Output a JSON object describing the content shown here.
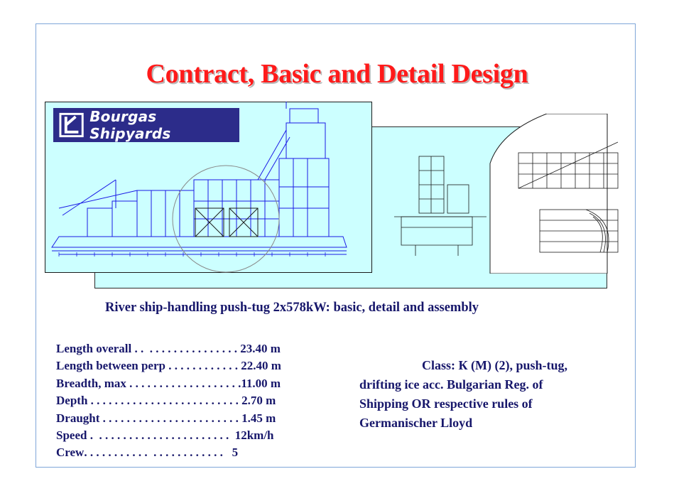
{
  "slide": {
    "title": "Contract, Basic and Detail Design",
    "logo_text": "Bourgas Shipyards",
    "caption": "River ship-handling push-tug 2x578kW: basic, detail and assembly",
    "specs": [
      {
        "label": "Length overall",
        "dots": " . .  . . . . . . . . . . . . . . . ",
        "value": "23.40 m"
      },
      {
        "label": "Length between perp",
        "dots": " . . . . . . . . . . . . ",
        "value": "22.40 m"
      },
      {
        "label": "Breadth, max",
        "dots": " . . . . . . . . . . . . . . . . . . .",
        "value": "11.00 m"
      },
      {
        "label": "Depth",
        "dots": " . . . . . . . . . . . . . . . . . . . . . . . . . ",
        "value": "2.70 m"
      },
      {
        "label": "Draught",
        "dots": " . . . . . . . . . . . . . . . . . . . . . . . ",
        "value": "1.45 m"
      },
      {
        "label": "Speed",
        "dots": " .  . . . . . . . . . . . . . . . . . . . . . .  ",
        "value": "12km/h"
      },
      {
        "label": "Crew",
        "dots": ". . . . . . . . . . .  . . . . . . . . . . . .   ",
        "value": "5"
      }
    ],
    "class_text": "Class: К (M) (2), push-tug, drifting ice acc. Bulgarian Reg. of Shipping OR respective rules of Germanischer Lloyd",
    "colors": {
      "title": "#ff1a1a",
      "text": "#17176b",
      "panel": "#ccffff",
      "logo_bg": "#2c2c8a",
      "drawing": "#1a1ae6"
    }
  }
}
